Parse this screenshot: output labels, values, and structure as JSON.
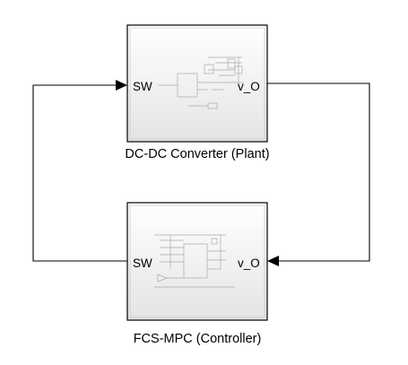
{
  "blocks": {
    "plant": {
      "caption": "DC-DC Converter (Plant)",
      "input_port": "SW",
      "output_port": "v_O"
    },
    "controller": {
      "caption": "FCS-MPC (Controller)",
      "input_port": "SW",
      "output_port": "v_O"
    }
  },
  "colors": {
    "block_border": "#000000",
    "block_fill_top": "#ffffff",
    "block_fill_bottom": "#e6e6e6",
    "line": "#000000",
    "internal_detail": "#9a9a9a"
  }
}
